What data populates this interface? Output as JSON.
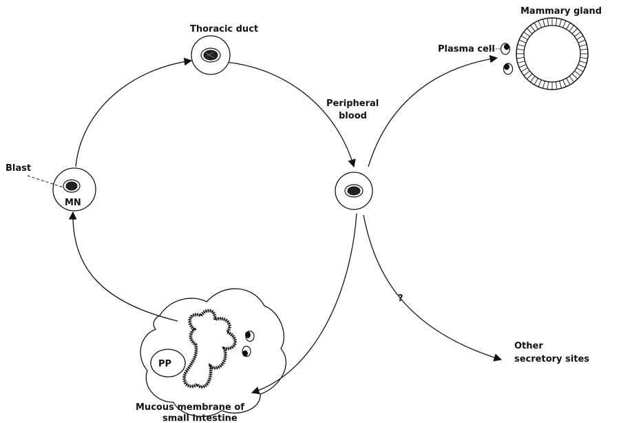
{
  "labels": {
    "thoracic_duct": "Thoracic duct",
    "peripheral_blood_line1": "Peripheral",
    "peripheral_blood_line2": "blood",
    "mammary_gland": "Mammary gland",
    "plasma_cell": "Plasma cell",
    "blast": "Blast",
    "mn": "MN",
    "pp": "PP",
    "question": "?",
    "other_sites_line1": "Other",
    "other_sites_line2": "secretory sites",
    "mucous_line1": "Mucous membrane of",
    "mucous_line2": "small intestine"
  }
}
